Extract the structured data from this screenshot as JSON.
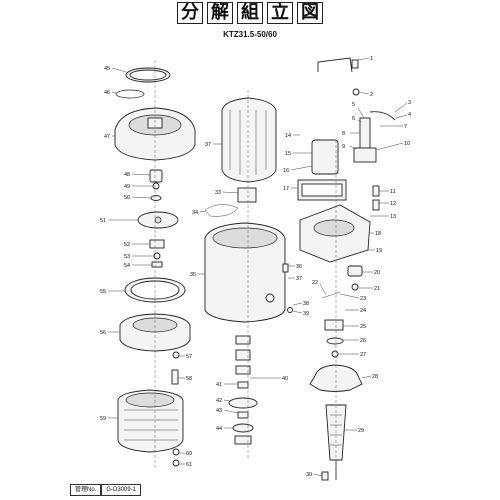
{
  "header": {
    "title_chars": [
      "分",
      "解",
      "組",
      "立",
      "図"
    ],
    "model": "KTZ31.5-50/60"
  },
  "footer": {
    "label": "管理No.",
    "code": "G-D3009-1"
  },
  "callouts": {
    "left": [
      "45",
      "46",
      "47",
      "48",
      "49",
      "50",
      "51",
      "52",
      "53",
      "54",
      "55",
      "56",
      "57",
      "58",
      "59",
      "60",
      "61"
    ],
    "center": [
      "37",
      "33",
      "34",
      "35",
      "36",
      "37",
      "38",
      "39",
      "40",
      "41",
      "42",
      "43",
      "44"
    ],
    "right": [
      "1",
      "2",
      "3",
      "4",
      "5",
      "6",
      "7",
      "8",
      "9",
      "10",
      "11",
      "12",
      "13",
      "14",
      "15",
      "16",
      "17",
      "18",
      "19",
      "20",
      "21",
      "22",
      "23",
      "24",
      "25",
      "26",
      "27",
      "28",
      "29",
      "30"
    ]
  }
}
